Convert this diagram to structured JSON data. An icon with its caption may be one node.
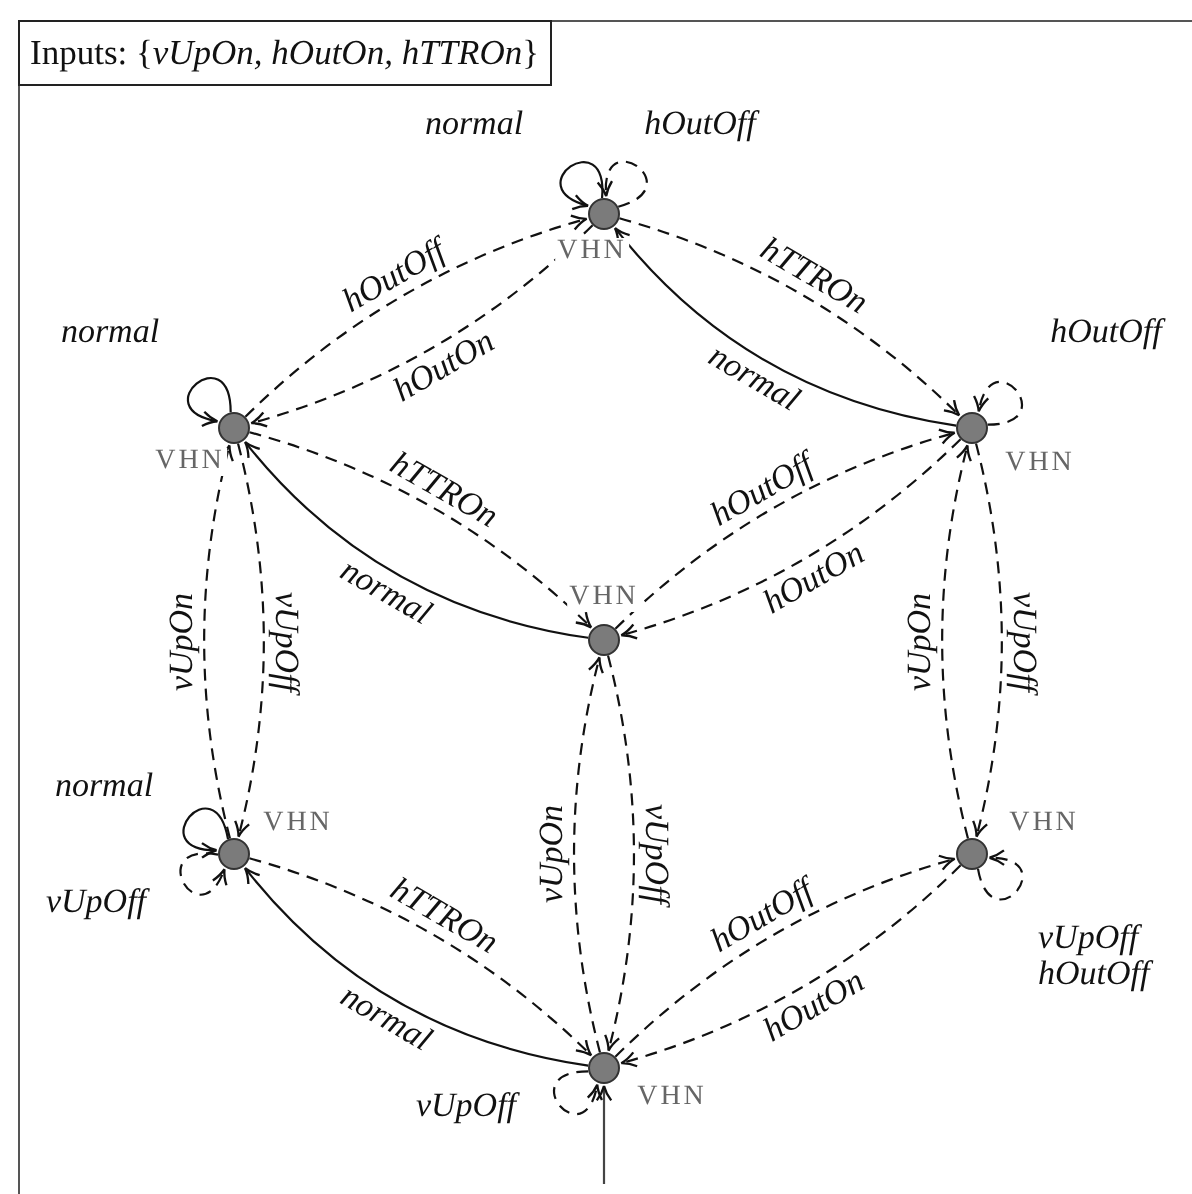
{
  "diagram": {
    "title": "Inputs: {*vUpOn, hOutOn, hTTROn*}",
    "nodes": [
      {
        "text": [],
        "shape": "circle",
        "beside": [
          "VHN"
        ]
      },
      {
        "text": [],
        "shape": "circle",
        "beside": [
          "VHN"
        ]
      },
      {
        "text": [],
        "shape": "circle",
        "beside": [
          "VHN"
        ]
      },
      {
        "text": [],
        "shape": "circle",
        "beside": [
          "VHN"
        ]
      },
      {
        "text": [],
        "shape": "circle",
        "beside": [
          "VHN"
        ]
      },
      {
        "text": [],
        "shape": "circle",
        "beside": [
          "VHN"
        ]
      },
      {
        "text": [],
        "shape": "circle",
        "beside": [
          "VHN"
        ]
      }
    ],
    "edges": [
      {
        "from": 0,
        "to": 0,
        "arrow": "to",
        "label": "normal"
      },
      {
        "from": 0,
        "to": 0,
        "arrow": "to",
        "label": "hOutOff",
        "style": "dashed"
      },
      {
        "from": 1,
        "to": 0,
        "arrow": "to",
        "label": "hOutOff",
        "style": "dashed"
      },
      {
        "from": 0,
        "to": 1,
        "arrow": "to",
        "label": "hOutOn",
        "style": "dashed"
      },
      {
        "from": 0,
        "to": 2,
        "arrow": "to",
        "label": "hTTROn",
        "style": "dashed"
      },
      {
        "from": 2,
        "to": 0,
        "arrow": "to",
        "label": "normal"
      },
      {
        "from": 2,
        "to": 2,
        "arrow": "to",
        "label": "hOutOff",
        "style": "dashed"
      },
      {
        "from": 1,
        "to": 1,
        "arrow": "to",
        "label": "normal"
      },
      {
        "from": 1,
        "to": 3,
        "arrow": "to",
        "label": "hTTROn",
        "style": "dashed"
      },
      {
        "from": 3,
        "to": 1,
        "arrow": "to",
        "label": "normal"
      },
      {
        "from": 3,
        "to": 2,
        "arrow": "to",
        "label": "hOutOff",
        "style": "dashed"
      },
      {
        "from": 2,
        "to": 3,
        "arrow": "to",
        "label": "hOutOn",
        "style": "dashed"
      },
      {
        "from": 4,
        "to": 1,
        "arrow": "to",
        "label": "vUpOn",
        "style": "dashed"
      },
      {
        "from": 1,
        "to": 4,
        "arrow": "to",
        "label": "vUpOff",
        "style": "dashed"
      },
      {
        "from": 2,
        "to": 5,
        "arrow": "to",
        "label": "vUpOff",
        "style": "dashed"
      },
      {
        "from": 5,
        "to": 2,
        "arrow": "to",
        "label": "vUpOn",
        "style": "dashed"
      },
      {
        "from": 6,
        "to": 3,
        "arrow": "to",
        "label": "vUpOn",
        "style": "dashed"
      },
      {
        "from": 3,
        "to": 6,
        "arrow": "to",
        "label": "vUpOff",
        "style": "dashed"
      },
      {
        "from": 4,
        "to": 4,
        "arrow": "to",
        "label": "normal"
      },
      {
        "from": 4,
        "to": 4,
        "arrow": "to",
        "label": "vUpOff",
        "style": "dashed"
      },
      {
        "from": 4,
        "to": 6,
        "arrow": "to",
        "label": "hTTROn",
        "style": "dashed"
      },
      {
        "from": 6,
        "to": 4,
        "arrow": "to",
        "label": "normal"
      },
      {
        "from": 6,
        "to": 5,
        "arrow": "to",
        "label": "hOutOff",
        "style": "dashed"
      },
      {
        "from": 5,
        "to": 6,
        "arrow": "to",
        "label": "hOutOn",
        "style": "dashed"
      },
      {
        "from": 5,
        "to": 5,
        "arrow": "to",
        "label": "vUpOff hOutOff",
        "style": "dashed"
      },
      {
        "from": 6,
        "to": 6,
        "arrow": "to",
        "label": "vUpOff",
        "style": "dashed"
      },
      {
        "from": null,
        "to": 6,
        "arrow": "to"
      }
    ]
  }
}
